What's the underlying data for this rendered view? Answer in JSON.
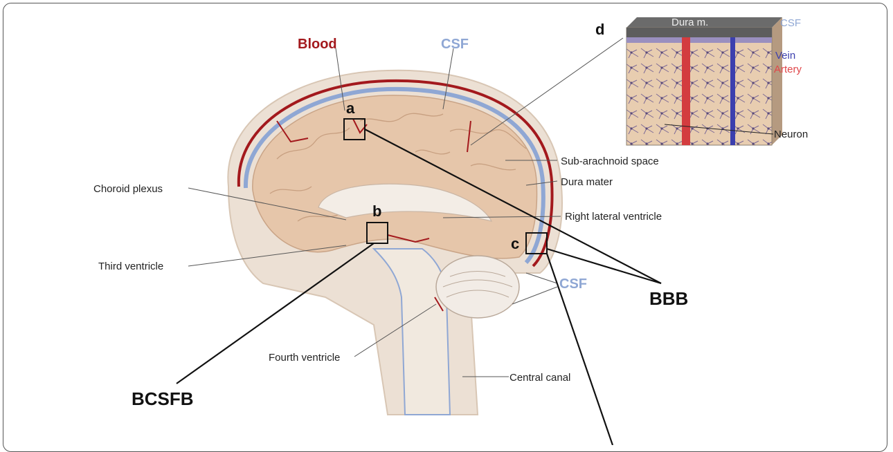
{
  "labels": {
    "blood": "Blood",
    "csf_top": "CSF",
    "csf_mid": "CSF",
    "choroid_plexus": "Choroid plexus",
    "third_ventricle": "Third ventricle",
    "fourth_ventricle": "Fourth ventricle",
    "central_canal": "Central canal",
    "subarachnoid_space": "Sub-arachnoid space",
    "dura_mater": "Dura mater",
    "right_lateral_ventricle": "Right lateral ventricle",
    "bbb": "BBB",
    "bcsfb": "BCSFB",
    "a": "a",
    "b": "b",
    "c": "c",
    "d": "d"
  },
  "inset": {
    "dura": "Dura m.",
    "csf": "CSF",
    "vein": "Vein",
    "artery": "Artery",
    "neuron": "Neuron"
  },
  "colors": {
    "blood": "#a3191d",
    "csf": "#8fa7d4",
    "vein": "#3b3fae",
    "artery": "#e0474a",
    "brain": "#e6c6aa",
    "skull_rim": "#e9d8c8"
  }
}
